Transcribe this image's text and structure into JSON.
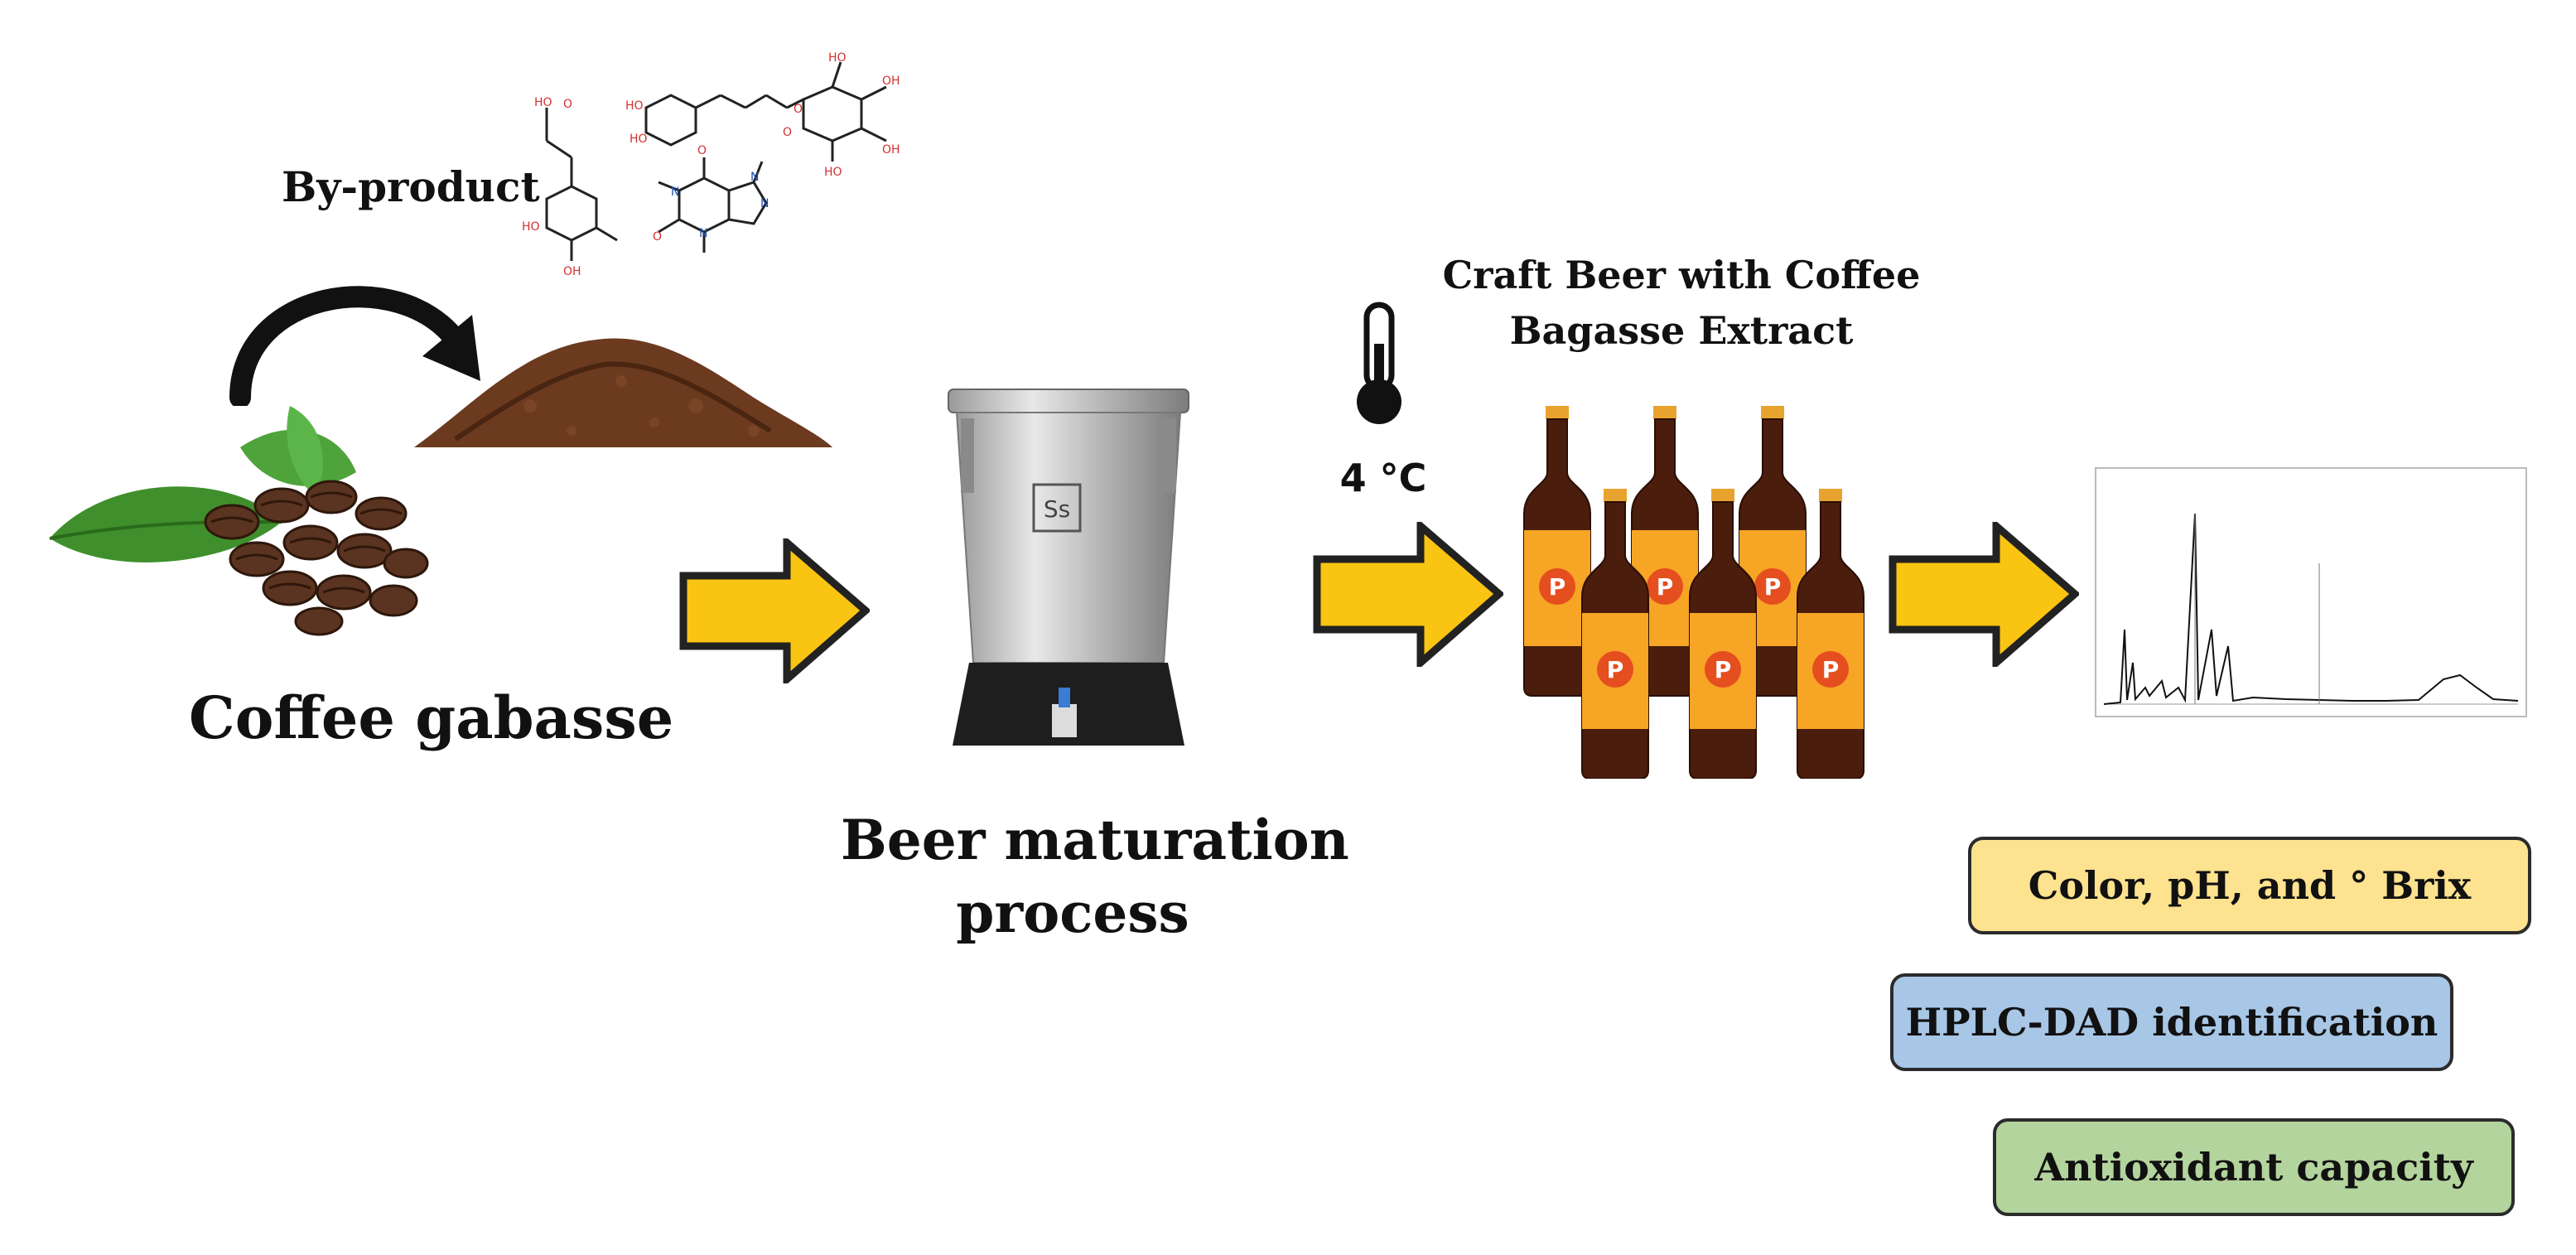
{
  "labels": {
    "byproduct": "By-product",
    "coffee_gabasse": "Coffee gabasse",
    "beer_maturation_line1": "Beer maturation",
    "beer_maturation_line2": "process",
    "temperature": "4 °C",
    "craft_beer_line1": "Craft Beer with Coffee",
    "craft_beer_line2": "Bagasse Extract",
    "fermenter_logo": "Ss"
  },
  "analyses": [
    {
      "label": "Color, pH, and °  Brix",
      "color": "#fde28f"
    },
    {
      "label": "HPLC-DAD identification",
      "color": "#a8c6e6"
    },
    {
      "label": "Antioxidant capacity",
      "color": "#b4d49d"
    }
  ],
  "colors": {
    "arrow_fill": "#f9c412",
    "arrow_stroke": "#222222",
    "bottle_glass": "#4a1d0c",
    "bottle_label": "#f6a524",
    "coffee_bean": "#5a3420",
    "leaf": "#3f8f2c",
    "grounds": "#6b3a1f",
    "molecule_red": "#d32f2f"
  },
  "icons": {
    "thermometer": "thermometer-icon",
    "arrow": "right-arrow-icon"
  }
}
